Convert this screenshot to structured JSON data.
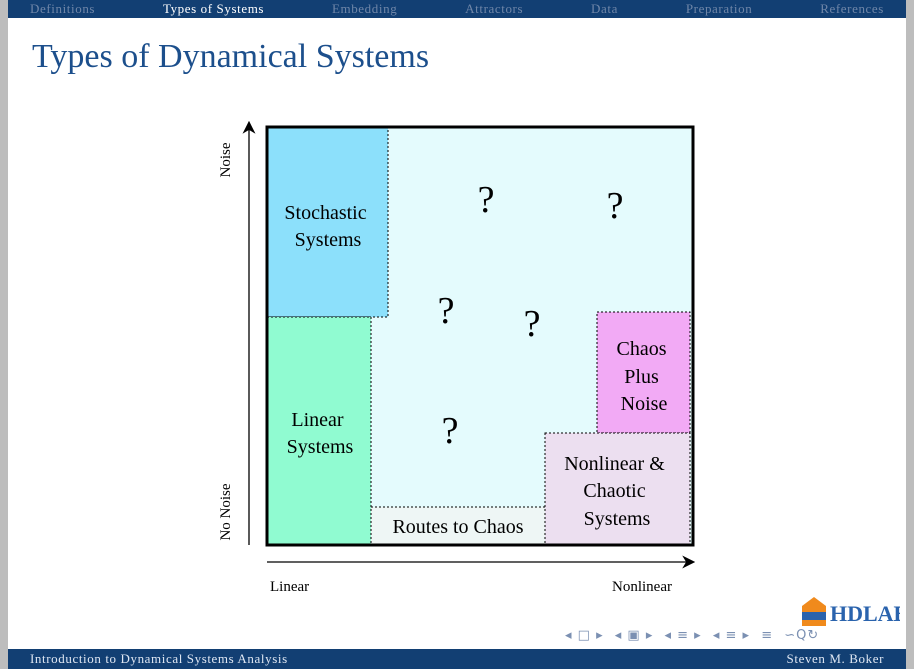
{
  "nav": {
    "sections": [
      "Definitions",
      "Types of Systems",
      "Embedding",
      "Attractors",
      "Data",
      "Preparation",
      "References"
    ],
    "active": "Types of Systems"
  },
  "slide": {
    "title": "Types of Dynamical Systems"
  },
  "diagram": {
    "y_axis": {
      "top_label": "Noise",
      "bottom_label": "No Noise"
    },
    "x_axis": {
      "left_label": "Linear",
      "right_label": "Nonlinear"
    },
    "regions": {
      "stochastic": [
        "Stochastic",
        "Systems"
      ],
      "linear": [
        "Linear",
        "Systems"
      ],
      "routes": "Routes to Chaos",
      "chaos_noise": [
        "Chaos",
        "Plus",
        "Noise"
      ],
      "nonlinear": [
        "Nonlinear &",
        "Chaotic",
        "Systems"
      ]
    },
    "unknown_marks": [
      "?",
      "?",
      "?",
      "?",
      "?"
    ],
    "colors": {
      "frame_fill": "#e4fbfd",
      "stochastic": "#8ce0fb",
      "linear": "#90fbd1",
      "routes": "#eef6f5",
      "chaos_noise": "#f2aaf5",
      "nonlinear": "#ecdff0"
    }
  },
  "footer": {
    "left": "Introduction to Dynamical Systems Analysis",
    "right": "Steven M. Boker"
  },
  "logo": {
    "text": "HDLAB",
    "color": "#2a63ad",
    "accent": "#f08a1c"
  },
  "beamer_nav": [
    "◂ □ ▸",
    "◂ ▣ ▸",
    "◂ ≡ ▸",
    "◂ ≡ ▸",
    "≡",
    "∽Q↻"
  ]
}
